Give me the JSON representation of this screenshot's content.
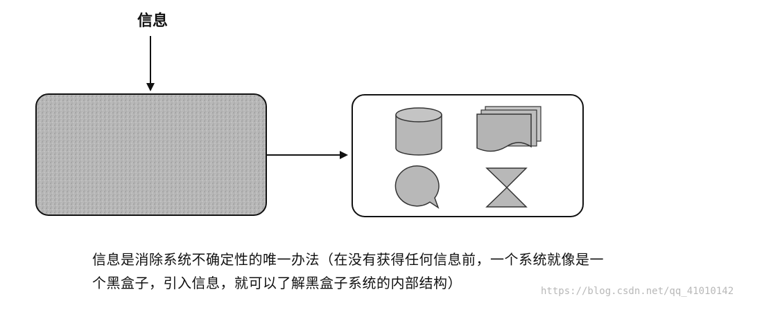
{
  "diagram": {
    "input_label": "信息",
    "black_box": {
      "fill": "#b5b5b5",
      "texture": "dotted-gray"
    },
    "output_box": {
      "icons": [
        "database-cylinder-icon",
        "stacked-documents-icon",
        "speech-bubble-icon",
        "hourglass-icon"
      ]
    }
  },
  "caption": {
    "line1": "信息是消除系统不确定性的唯一办法（在没有获得任何信息前，一个系统就像是一",
    "line2": "个黑盒子，引入信息，就可以了解黑盒子系统的内部结构）"
  },
  "watermark": "https://blog.csdn.net/qq_41010142"
}
